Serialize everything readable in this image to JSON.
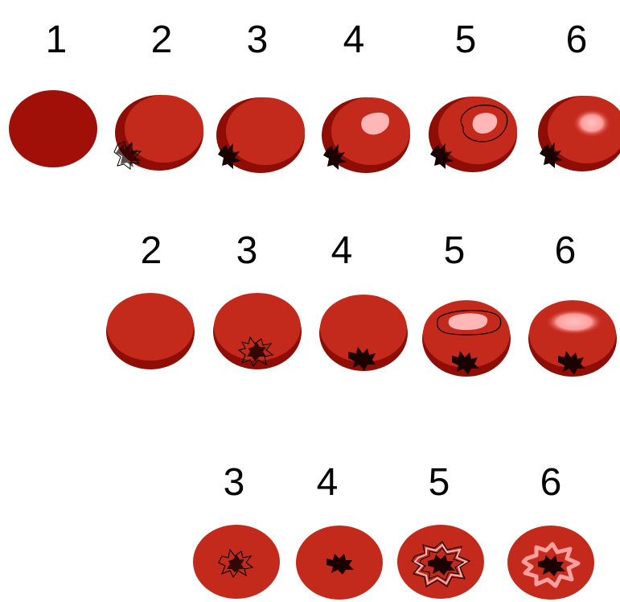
{
  "colors": {
    "dark_red": "#a01008",
    "base_red": "#c42a1c",
    "shade_red": "#8e0d05",
    "highlight": "#ffb6b6",
    "burn": "#1a0200",
    "outline": "#000000"
  },
  "rows": [
    {
      "view": "side-left",
      "steps": [
        {
          "label": "1",
          "icon": "plain-dark-sphere"
        },
        {
          "label": "2",
          "icon": "sphere-outlined-burn-mark"
        },
        {
          "label": "3",
          "icon": "sphere-burn-mark"
        },
        {
          "label": "4",
          "icon": "sphere-burn-highlight"
        },
        {
          "label": "5",
          "icon": "sphere-burn-outlined-highlight"
        },
        {
          "label": "6",
          "icon": "sphere-burn-soft-highlight"
        }
      ]
    },
    {
      "view": "side-bottom",
      "steps": [
        {
          "label": "2",
          "icon": "sphere-plain"
        },
        {
          "label": "3",
          "icon": "sphere-outlined-burn-mark"
        },
        {
          "label": "4",
          "icon": "sphere-burn-mark"
        },
        {
          "label": "5",
          "icon": "sphere-burn-outlined-highlight"
        },
        {
          "label": "6",
          "icon": "sphere-burn-soft-highlight"
        }
      ]
    },
    {
      "view": "top",
      "steps": [
        {
          "label": "3",
          "icon": "disc-outlined-burn-mark"
        },
        {
          "label": "4",
          "icon": "disc-burn-mark"
        },
        {
          "label": "5",
          "icon": "disc-burn-outlined-rings"
        },
        {
          "label": "6",
          "icon": "disc-burn-pink-ring"
        }
      ]
    }
  ]
}
